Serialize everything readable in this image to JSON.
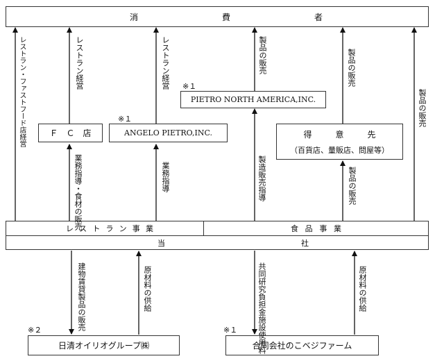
{
  "consumer": [
    "消",
    "費",
    "者"
  ],
  "restaurant_business": [
    "レ",
    "ス",
    "ト",
    "ラ",
    "ン",
    "事",
    "業"
  ],
  "food_business": [
    "食",
    "品",
    "事",
    "業"
  ],
  "company": [
    "当",
    "社"
  ],
  "fc_store": "Ｆ　Ｃ　店",
  "angelo": "ANGELO PIETRO,INC.",
  "pietro_na": "PIETRO NORTH AMERICA,INC.",
  "customers": {
    "line1": [
      "得",
      "意",
      "先"
    ],
    "line2": "（百貨店、量販店、問屋等）"
  },
  "nisshin": "日清オイリオグループ㈱",
  "nokopeji": "合同会社のこベジファーム",
  "notes": {
    "angelo": "※１",
    "pietro_na": "※１",
    "nisshin": "※２",
    "nokopeji": "※１"
  },
  "labels": {
    "restaurant_ff": "レストラン・ファストフード店経営",
    "restaurant_ops_1": "レストラン経営",
    "restaurant_ops_2": "レストラン経営",
    "product_sales_na": "製品の販売",
    "product_sales_customers": "製品の販売",
    "product_sales_right": "製品の販売",
    "guidance_ingredients": "業務指導・食材の販売",
    "guidance": "業務指導",
    "mfg_sales_guidance": "製造販売指導",
    "product_sales_food": "製品の販売",
    "building_rent": "建物賃貸製品の販売",
    "raw_supply_1": "原材料の供給",
    "research_cost": "共同研究負担金施設使用料",
    "raw_supply_2": "原材料の供給"
  }
}
